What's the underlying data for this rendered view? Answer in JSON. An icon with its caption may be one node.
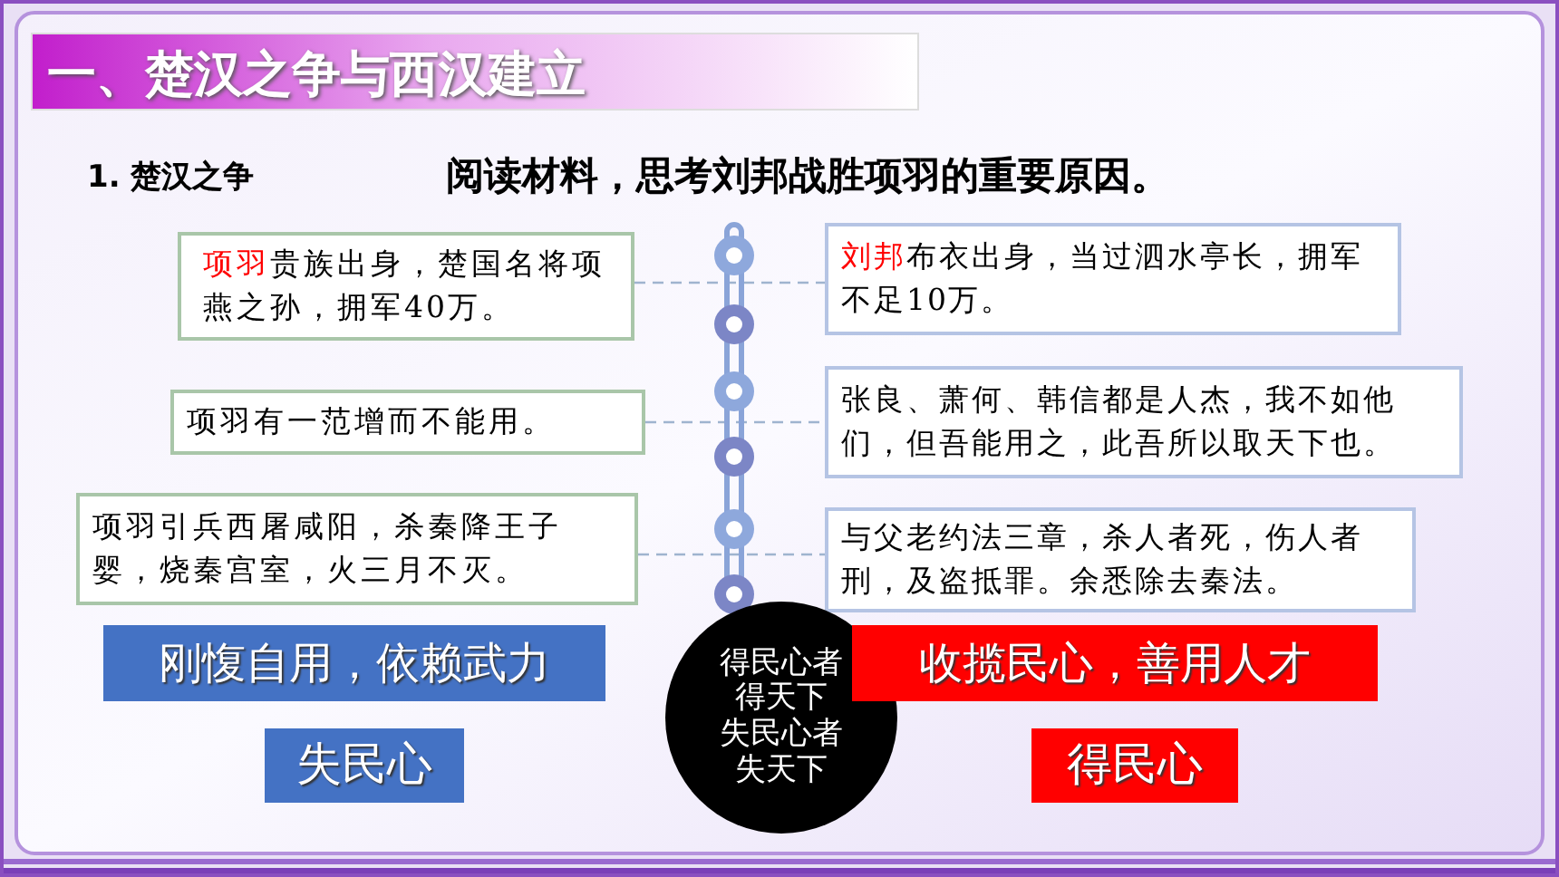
{
  "diagram": {
    "title": "一、楚汉之争与西汉建立",
    "nodes": [
      {
        "text": [
          "**项羽**贵族出身，楚国名将项燕之孙，拥军40万。"
        ]
      },
      {
        "text": [
          "**刘邦**布衣出身，当过泗水亭长，拥军不足10万。"
        ]
      },
      {
        "text": [
          "项羽有一范增而不能用。"
        ]
      },
      {
        "text": [
          "张良、萧何、韩信都是人杰，我不如他们，但吾能用之，此吾所以取天下也。"
        ]
      },
      {
        "text": [
          "项羽引兵西屠咸阳，杀秦降王子婴，烧秦宫室，火三月不灭。"
        ]
      },
      {
        "text": [
          "与父老约法三章，杀人者死，伤人者刑，及盗抵罪。余悉除去秦法。"
        ]
      },
      {
        "text": [
          "刚愎自用，依赖武力"
        ]
      },
      {
        "text": [
          "得民心者得天下",
          "失民心者失天下"
        ]
      },
      {
        "text": [
          "收揽民心，善用人才"
        ]
      },
      {
        "text": [
          "失民心"
        ]
      },
      {
        "text": [
          "得民心"
        ]
      }
    ],
    "edges": [
      {
        "from": 0,
        "to": 1,
        "arrow": "none",
        "style": "dashed"
      },
      {
        "from": 2,
        "to": 3,
        "arrow": "none",
        "style": "dashed"
      },
      {
        "from": 4,
        "to": 5,
        "arrow": "none",
        "style": "dashed"
      }
    ],
    "labels": [
      "1. 楚汉之争",
      "阅读材料，思考刘邦战胜项羽的重要原因。"
    ]
  }
}
